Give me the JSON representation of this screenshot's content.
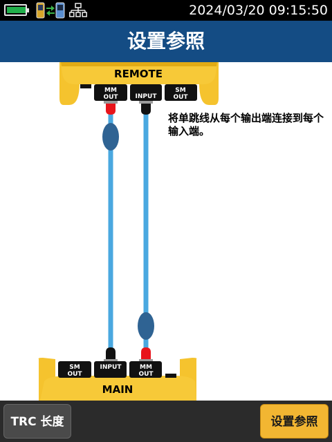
{
  "status_bar": {
    "datetime": "2024/03/20  09:15:50",
    "battery_level": 1.0,
    "battery_color": "#22b04b",
    "icons": [
      "battery-icon",
      "device-link-icon",
      "network-icon"
    ]
  },
  "header": {
    "title": "设置参照",
    "background": "#144c84"
  },
  "diagram": {
    "instruction": "将单跳线从每个输出端连接到每个输入端。",
    "remote_unit": {
      "label": "REMOTE",
      "ports": [
        {
          "line1": "MM",
          "line2": "OUT"
        },
        {
          "line1": "INPUT",
          "line2": ""
        },
        {
          "line1": "SM",
          "line2": "OUT"
        }
      ]
    },
    "main_unit": {
      "label": "MAIN",
      "ports": [
        {
          "line1": "SM",
          "line2": "OUT"
        },
        {
          "line1": "INPUT",
          "line2": ""
        },
        {
          "line1": "MM",
          "line2": "OUT"
        }
      ]
    },
    "colors": {
      "unit_body": "#f5c32e",
      "cable": "#4aa8e0",
      "loop": "#2f6393",
      "connector_out": "#e8141b",
      "connector_in": "#111111"
    }
  },
  "softkeys": {
    "left_label": "TRC 长度",
    "right_label": "设置参照"
  }
}
